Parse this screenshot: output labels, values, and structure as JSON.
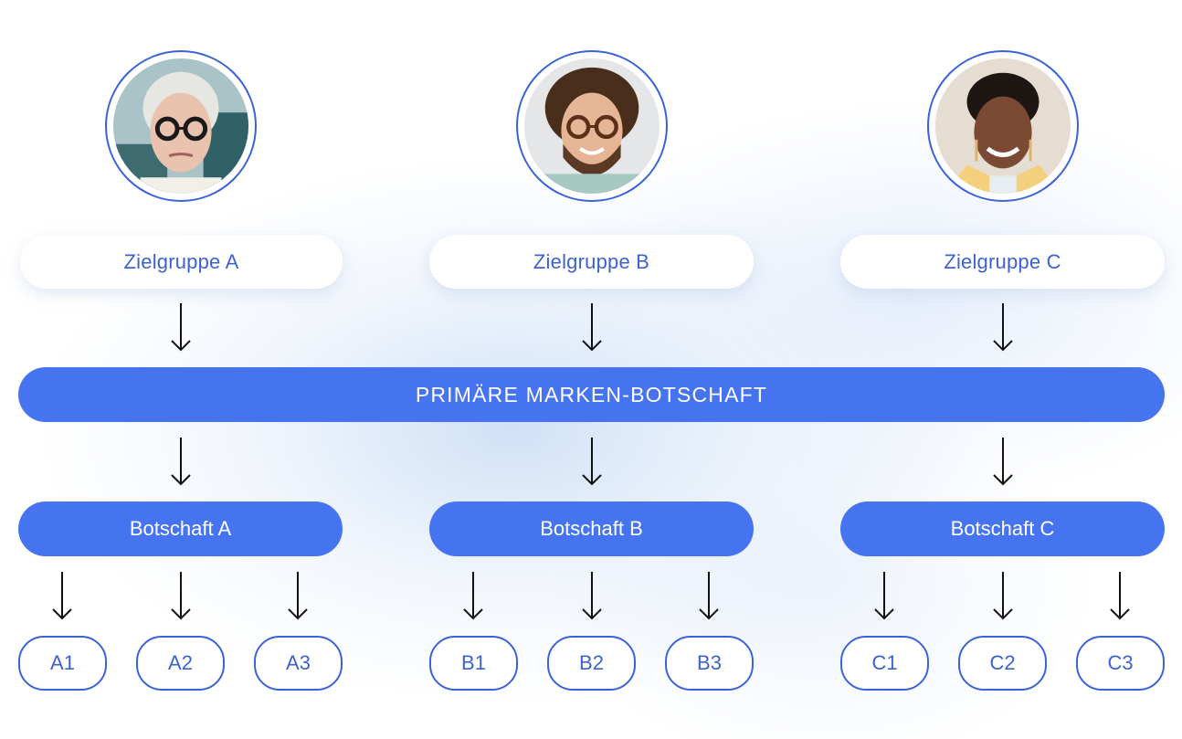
{
  "diagram": {
    "primary_message": "PRIMÄRE MARKEN-BOTSCHAFT",
    "colors": {
      "accent_blue": "#4674f0",
      "outline_blue": "#3b63d8",
      "text_blue": "#3d62cf",
      "arrow": "#111111",
      "background": "#ffffff"
    },
    "groups": [
      {
        "audience_label": "Zielgruppe A",
        "avatar": "portrait-older-woman-glasses",
        "message_label": "Botschaft A",
        "sub_messages": [
          "A1",
          "A2",
          "A3"
        ]
      },
      {
        "audience_label": "Zielgruppe B",
        "avatar": "portrait-curly-haired-man-glasses",
        "message_label": "Botschaft B",
        "sub_messages": [
          "B1",
          "B2",
          "B3"
        ]
      },
      {
        "audience_label": "Zielgruppe C",
        "avatar": "portrait-smiling-woman-yellow-blazer",
        "message_label": "Botschaft C",
        "sub_messages": [
          "C1",
          "C2",
          "C3"
        ]
      }
    ],
    "icons": {
      "arrow": "arrow-down-icon"
    }
  }
}
